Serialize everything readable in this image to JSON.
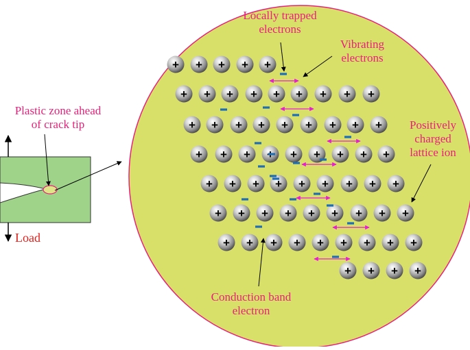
{
  "colors": {
    "circle_fill": "#d9e06a",
    "circle_stroke": "#e8207a",
    "specimen_fill": "#9fd389",
    "label_pink": "#e8207a",
    "load_red": "#e0201c",
    "electron_blue": "#1f6db3",
    "arrow_magenta": "#e81ecf"
  },
  "labels": {
    "plastic_zone_line1": "Plastic zone ahead",
    "plastic_zone_line2": "of crack tip",
    "load": "Load",
    "trapped_line1": "Locally trapped",
    "trapped_line2": "electrons",
    "vibrating_line1": "Vibrating",
    "vibrating_line2": "electrons",
    "lattice_line1": "Positively",
    "lattice_line2": "charged",
    "lattice_line3": "lattice ion",
    "conduction_line1": "Conduction band",
    "conduction_line2": "electron"
  },
  "ion_symbol": "+",
  "electron_symbol": "−"
}
